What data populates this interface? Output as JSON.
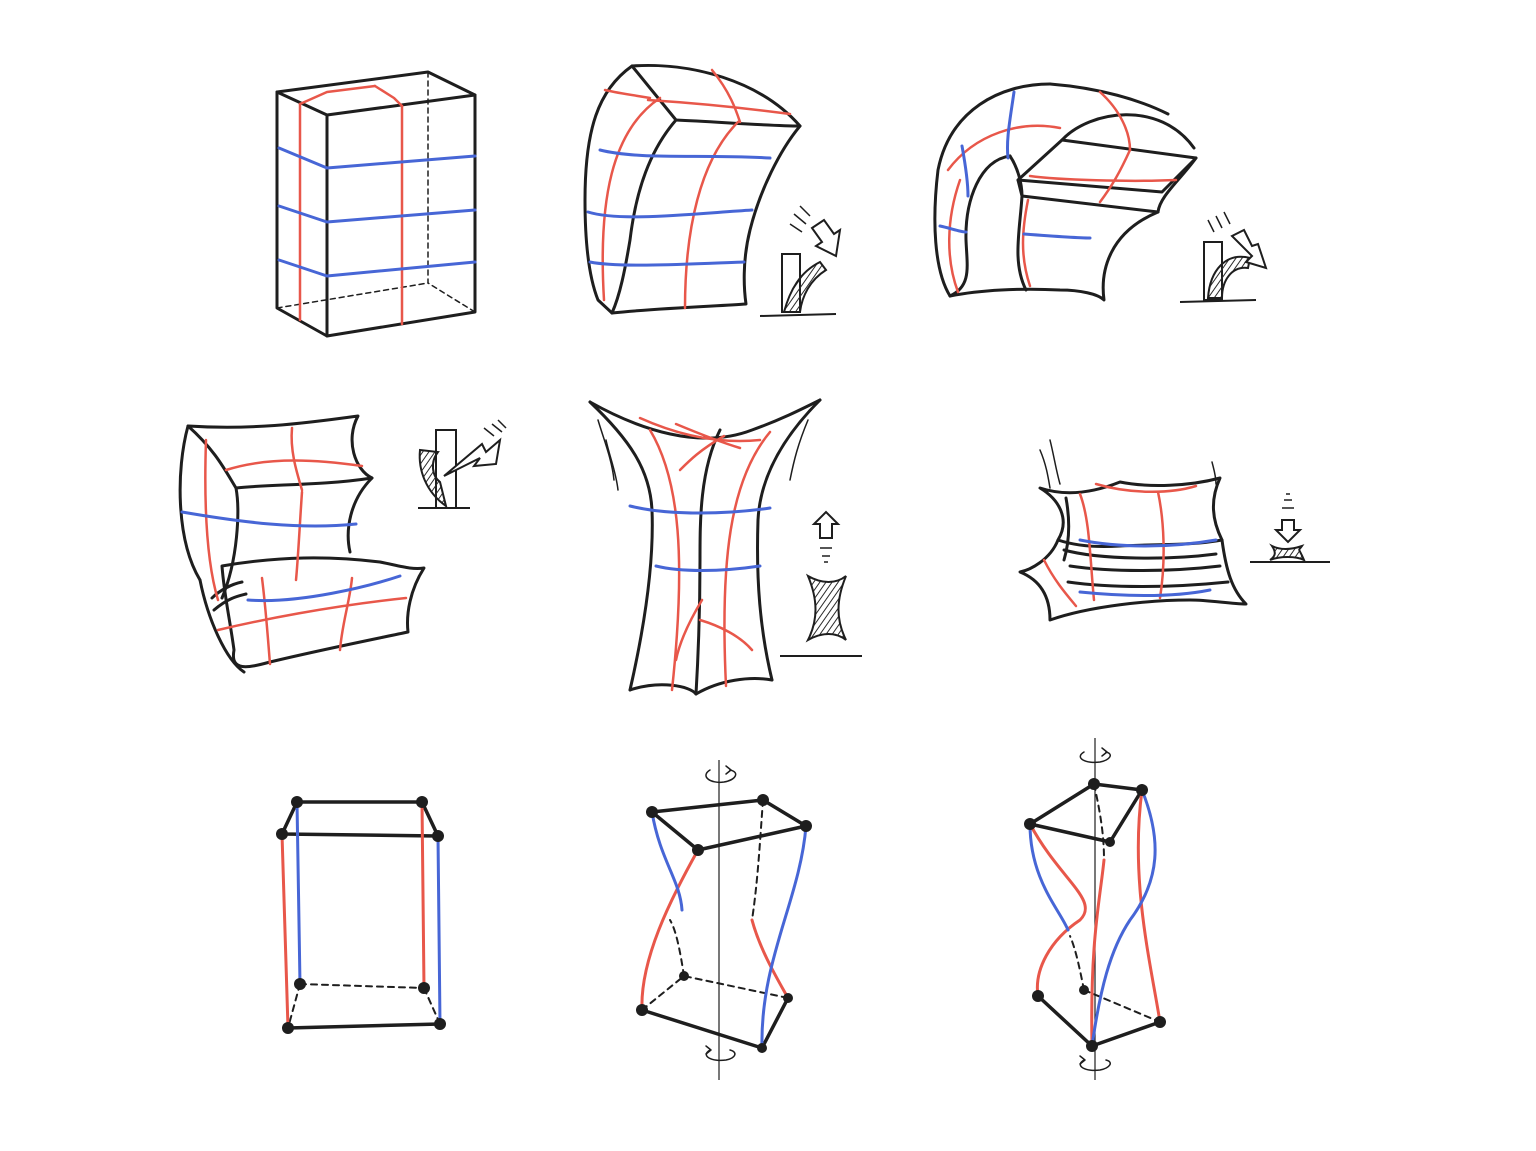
{
  "colors": {
    "background": "#ffffff",
    "ink": "#1e1e1e",
    "red": "#e8574a",
    "blue": "#4766d6",
    "hatch": "#2a2a2a"
  },
  "panels": [
    {
      "id": "box-original",
      "label": ""
    },
    {
      "id": "box-bend-forward",
      "label": ""
    },
    {
      "id": "box-bend-over",
      "label": ""
    },
    {
      "id": "box-fold",
      "label": ""
    },
    {
      "id": "box-stretch",
      "label": ""
    },
    {
      "id": "box-squash",
      "label": ""
    },
    {
      "id": "frame-original",
      "label": ""
    },
    {
      "id": "frame-twist-half",
      "label": ""
    },
    {
      "id": "frame-twist-full",
      "label": ""
    }
  ]
}
